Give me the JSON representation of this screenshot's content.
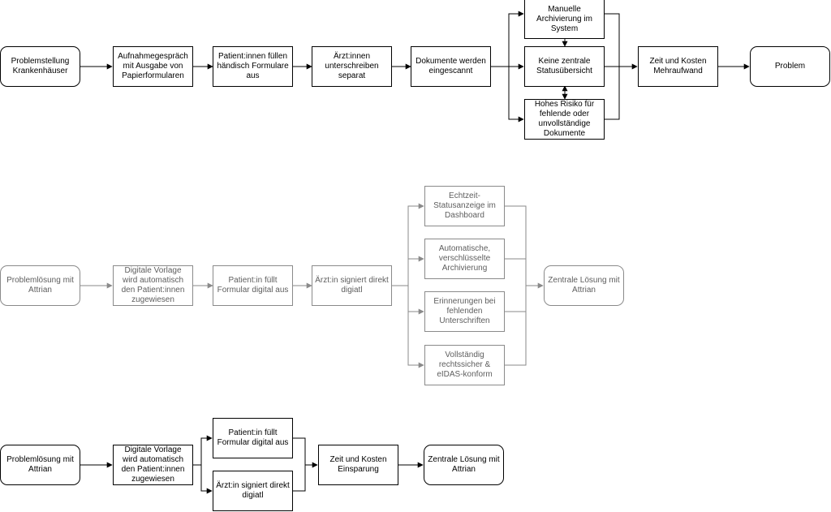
{
  "colors": {
    "dark": "#000000",
    "gray_line": "#8a8a8a",
    "gray_text": "#5e5e5e"
  },
  "section1": {
    "start": "Problemstellung Krankenhäuser",
    "step_aufnahme": "Aufnahmegespräch mit Ausgabe von Papierformularen",
    "step_patient": "Patient:innen füllen händisch Formulare aus",
    "step_arzt": "Ärzt:innen unterschreiben separat",
    "step_scan": "Dokumente werden eingescannt",
    "branch_archiv": "Manuelle Archivierung im System",
    "branch_status": "Keine zentrale Statusübersicht",
    "branch_risiko": "Hohes Risiko für fehlende oder unvollständige Dokumente",
    "step_kosten": "Zeit und Kosten Mehraufwand",
    "end": "Problem"
  },
  "section2": {
    "start": "Problemlösung mit Attrian",
    "step_vorlage": "Digitale Vorlage wird automatisch den Patient:innen zugewiesen",
    "step_patient": "Patient:in füllt Formular digital aus",
    "step_arzt": "Ärzt:in signiert direkt digiatl",
    "branch_echtzeit": "Echtzeit-Statusanzeige im Dashboard",
    "branch_archiv": "Automatische, verschlüsselte Archivierung",
    "branch_erinnerung": "Erinnerungen bei fehlenden Unterschriften",
    "branch_rechts": "Vollständig rechtssicher & eIDAS-konform",
    "end": "Zentrale Lösung mit Attrian"
  },
  "section3": {
    "start": "Problemlösung mit Attrian",
    "step_vorlage": "Digitale Vorlage wird automatisch den Patient:innen zugewiesen",
    "branch_patient": "Patient:in füllt Formular digital aus",
    "branch_arzt": "Ärzt:in signiert direkt digiatl",
    "step_einsparung": "Zeit und Kosten Einsparung",
    "end": "Zentrale Lösung mit Attrian"
  }
}
